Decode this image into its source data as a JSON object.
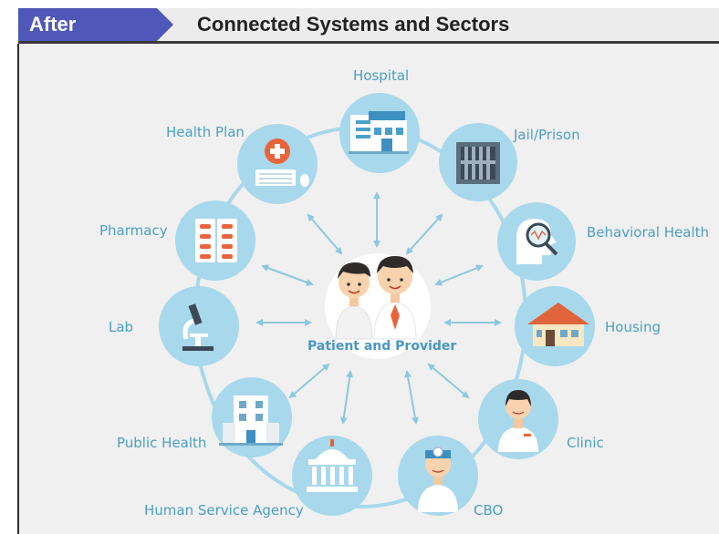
{
  "header": {
    "tag": "After",
    "title": "Connected Systems and Sectors"
  },
  "center": {
    "label": "Patient and Provider"
  },
  "nodes": {
    "hospital": "Hospital",
    "jail": "Jail/Prison",
    "behavioral": "Behavioral Health",
    "housing": "Housing",
    "clinic": "Clinic",
    "cbo": "CBO",
    "human_service": "Human Service Agency",
    "public_health": "Public Health",
    "lab": "Lab",
    "pharmacy": "Pharmacy",
    "health_plan": "Health Plan"
  },
  "colors": {
    "tag_bg": "#4f58b8",
    "circle": "#a8d8eb",
    "ring": "#a8d8eb",
    "arrow": "#8cc8df",
    "label": "#4a9fc3"
  },
  "icons": [
    "hospital-icon",
    "prison-bars-icon",
    "head-magnifier-icon",
    "house-icon",
    "nurse-icon",
    "doctor-icon",
    "government-building-icon",
    "office-building-icon",
    "microscope-icon",
    "pill-pack-icon",
    "medical-computer-icon"
  ]
}
